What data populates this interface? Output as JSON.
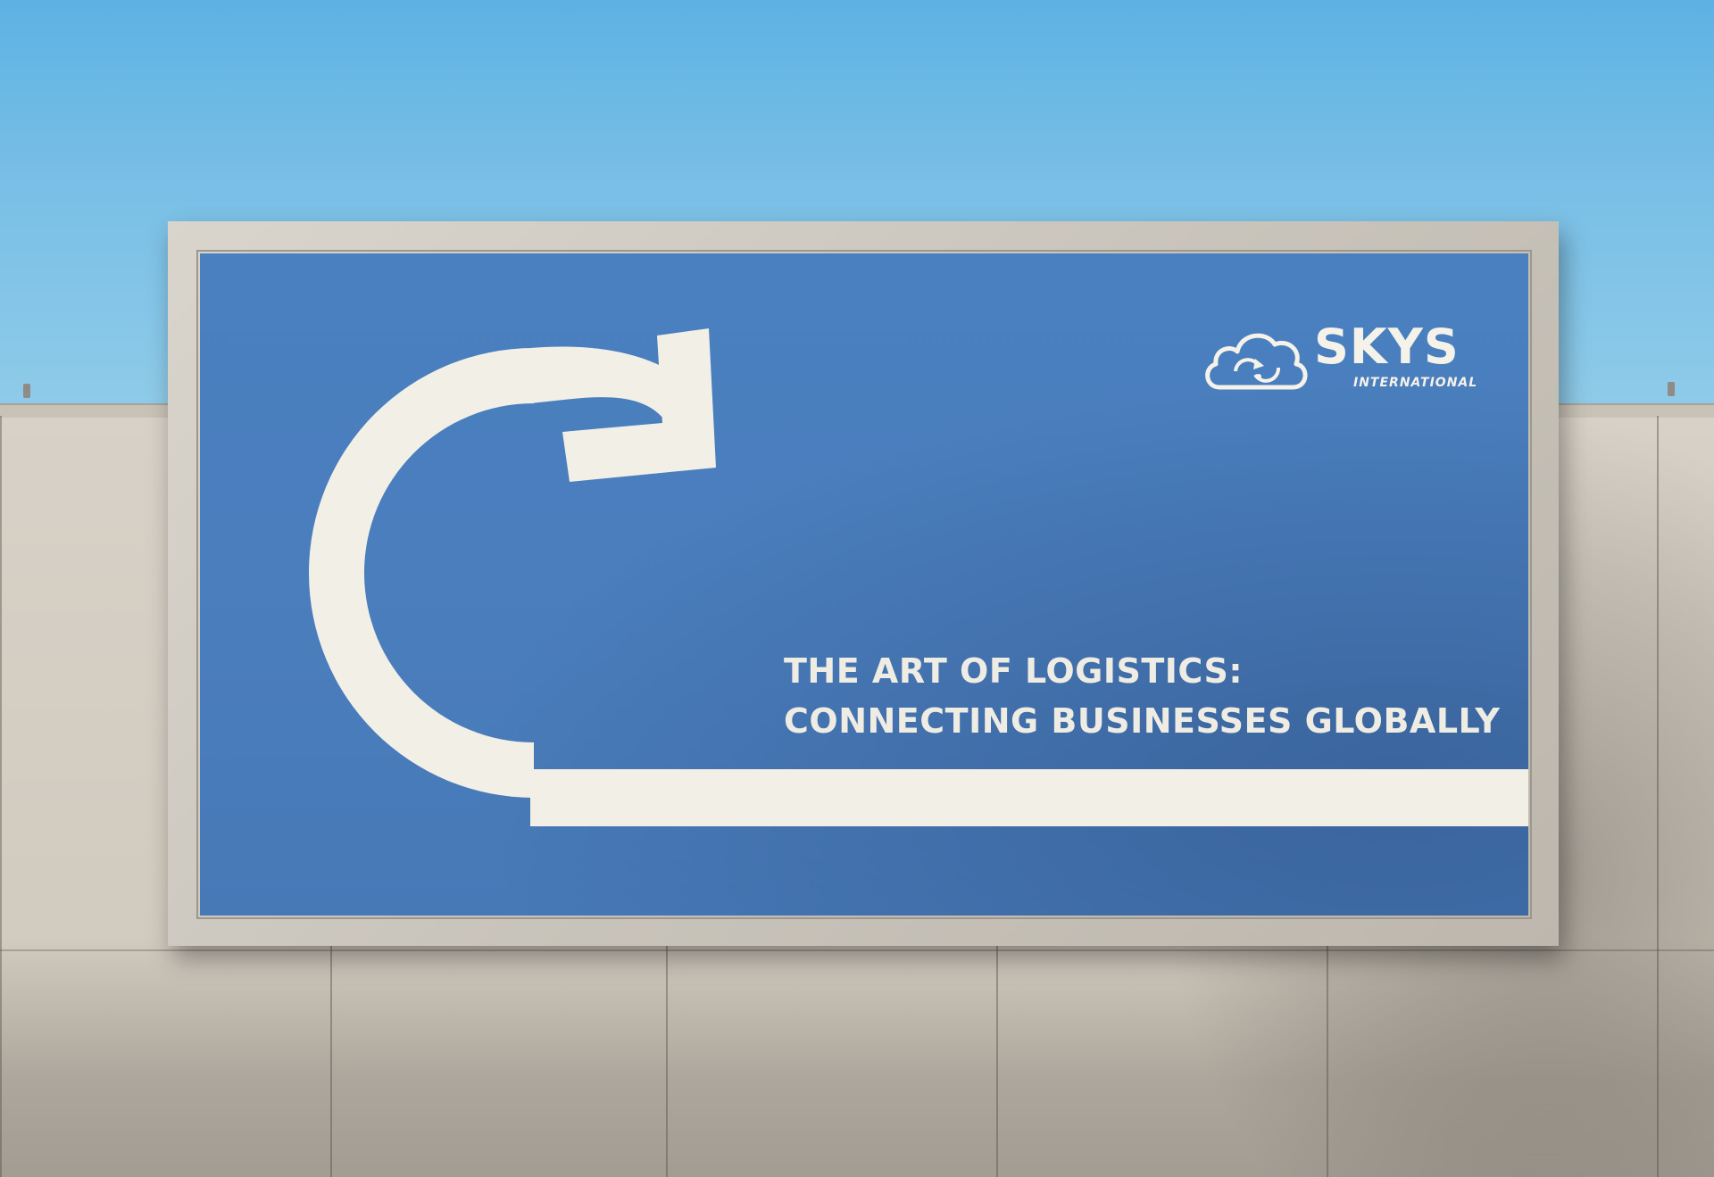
{
  "billboard": {
    "brand_name": "SKYS",
    "brand_subtitle": "INTERNATIONAL",
    "headline_line1": "THE ART OF LOGISTICS:",
    "headline_line2": "CONNECTING BUSINESSES GLOBALLY"
  },
  "icons": {
    "logo": "cloud-with-circular-arrows-icon",
    "arrow": "curved-arrow-icon"
  },
  "colors": {
    "sky": "#6ab9e5",
    "board": "#4a7dbc",
    "ink": "#f2efe7",
    "wall": "#d4cdc1"
  }
}
